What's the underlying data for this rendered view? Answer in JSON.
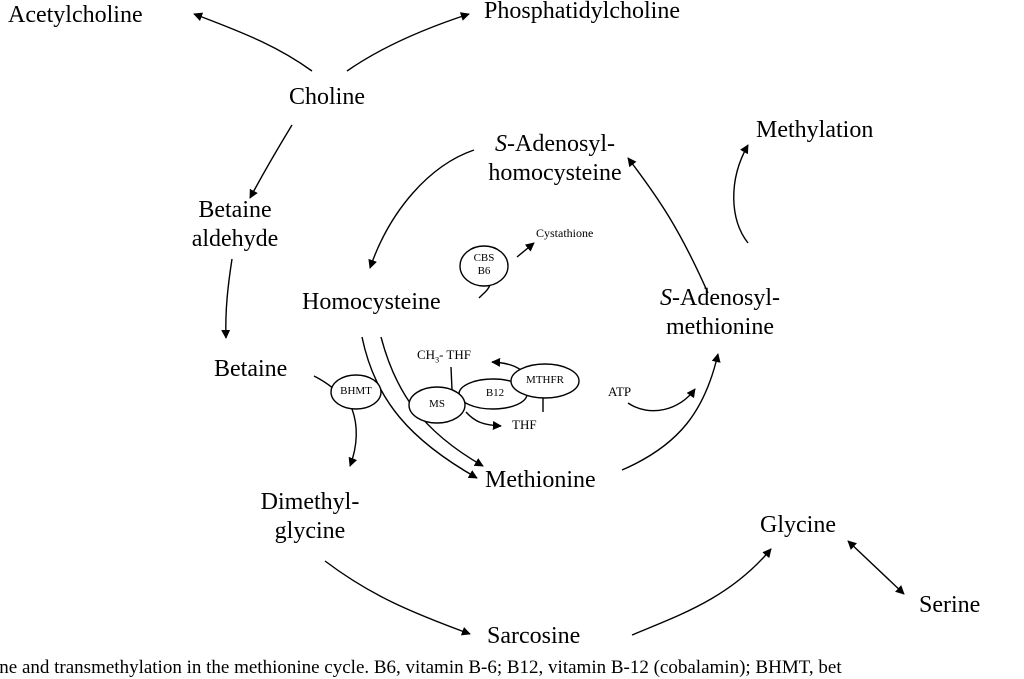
{
  "nodes": {
    "acetylcholine": "Acetylcholine",
    "phosphatidylcholine": "Phosphatidylcholine",
    "choline": "Choline",
    "sah_prefix": "S",
    "sah_line1_rest": "-Adenosyl-",
    "sah_line2": "homocysteine",
    "methylation": "Methylation",
    "betaine_aldehyde_line1": "Betaine",
    "betaine_aldehyde_line2": "aldehyde",
    "homocysteine": "Homocysteine",
    "sam_prefix": "S",
    "sam_line1_rest": "-Adenosyl-",
    "sam_line2": "methionine",
    "betaine": "Betaine",
    "methionine": "Methionine",
    "dimethylglycine_line1": "Dimethyl-",
    "dimethylglycine_line2": "glycine",
    "glycine": "Glycine",
    "serine": "Serine",
    "sarcosine": "Sarcosine"
  },
  "small_labels": {
    "cystathione": "Cystathione",
    "ch3_thf_prefix": "CH",
    "ch3_thf_sub": "3",
    "ch3_thf_suffix": "- THF",
    "thf": "THF",
    "atp": "ATP"
  },
  "enzymes": {
    "cbs_line1": "CBS",
    "cbs_line2": "B6",
    "bhmt": "BHMT",
    "ms": "MS",
    "b12": "B12",
    "mthfr": "MTHFR"
  },
  "caption": "ine and transmethylation in the methionine cycle. B6, vitamin B-6; B12, vitamin B-12 (cobalamin); BHMT, bet"
}
